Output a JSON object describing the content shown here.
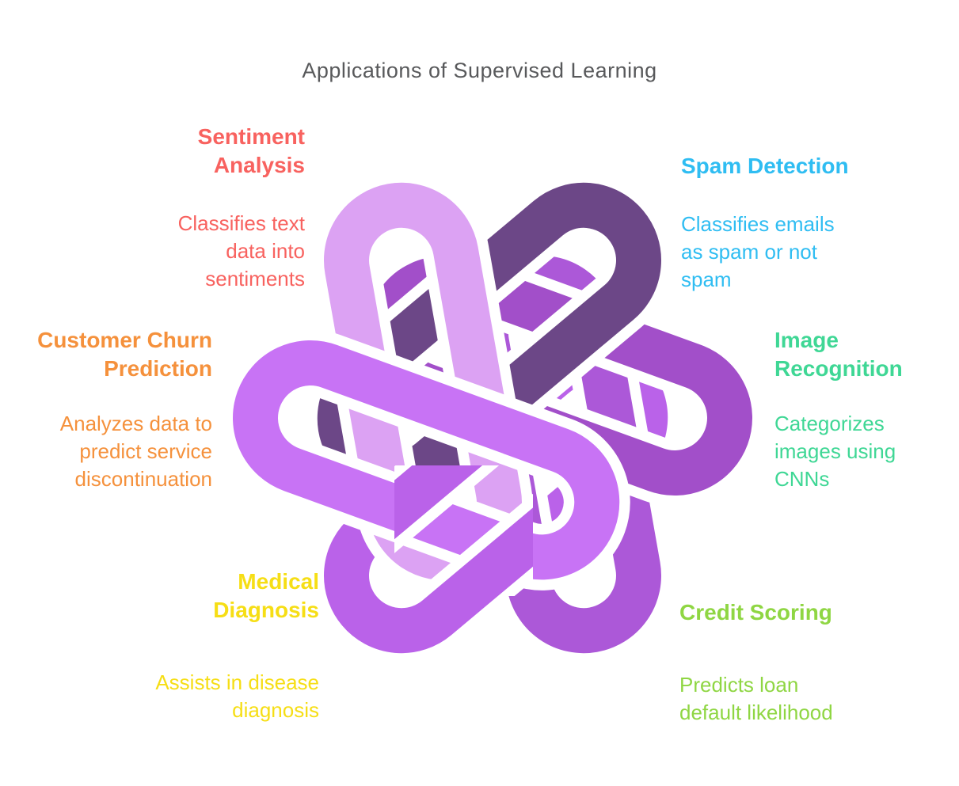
{
  "title": "Applications of Supervised Learning",
  "title_color": "#58595B",
  "knot": {
    "description": "six interlocking rounded loops forming a pinwheel knot",
    "outline_color": "#FFFFFF",
    "petals": [
      {
        "name": "petal-top-left",
        "color": "#DCA2F3"
      },
      {
        "name": "petal-top-right",
        "color": "#6C4787"
      },
      {
        "name": "petal-right",
        "color": "#A24FC9"
      },
      {
        "name": "petal-bottom-right",
        "color": "#AC58D8"
      },
      {
        "name": "petal-bottom-left",
        "color": "#BA62E9"
      },
      {
        "name": "petal-left",
        "color": "#C873F5"
      }
    ]
  },
  "labels": [
    {
      "id": "sentiment-analysis",
      "title": "Sentiment\nAnalysis",
      "description": "Classifies text\ndata into\nsentiments",
      "color": "#F8625F"
    },
    {
      "id": "spam-detection",
      "title": "Spam Detection",
      "description": "Classifies emails\nas spam or not\nspam",
      "color": "#2FBDF2"
    },
    {
      "id": "customer-churn-prediction",
      "title": "Customer Churn\nPrediction",
      "description": "Analyzes data to\npredict service\ndiscontinuation",
      "color": "#F5913C"
    },
    {
      "id": "image-recognition",
      "title": "Image\nRecognition",
      "description": "Categorizes\nimages using\nCNNs",
      "color": "#3FD795"
    },
    {
      "id": "medical-diagnosis",
      "title": "Medical\nDiagnosis",
      "description": "Assists in disease\ndiagnosis",
      "color": "#F6DE15"
    },
    {
      "id": "credit-scoring",
      "title": "Credit Scoring",
      "description": "Predicts loan\ndefault likelihood",
      "color": "#8FD643"
    }
  ]
}
